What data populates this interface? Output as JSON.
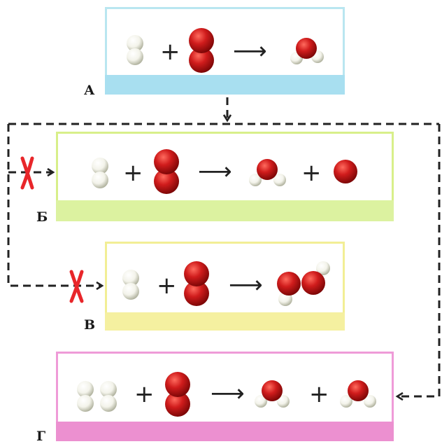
{
  "colors": {
    "panel_a_border": "#b9e6f0",
    "panel_a_strip": "#a8dff0",
    "panel_b_border": "#d8ef8a",
    "panel_b_strip": "#dcf2a0",
    "panel_v_border": "#f2ee95",
    "panel_v_strip": "#f5f0a0",
    "panel_g_border": "#ef9bd8",
    "panel_g_strip": "#ec90d0",
    "oxygen": "#d01c1c",
    "hydrogen": "#f3f3ea",
    "cross": "#e8262a",
    "dashed_line": "#222222"
  },
  "panels": {
    "a": {
      "label": "А"
    },
    "b": {
      "label": "Б"
    },
    "v": {
      "label": "В"
    },
    "g": {
      "label": "Г"
    }
  },
  "symbols": {
    "plus": "+",
    "arrow": "⟶"
  },
  "icons": [
    "hydrogen-molecule-icon",
    "oxygen-molecule-icon",
    "water-molecule-icon",
    "oxygen-atom-icon",
    "hydroperoxyl-molecule-icon",
    "cross-mark-icon"
  ]
}
